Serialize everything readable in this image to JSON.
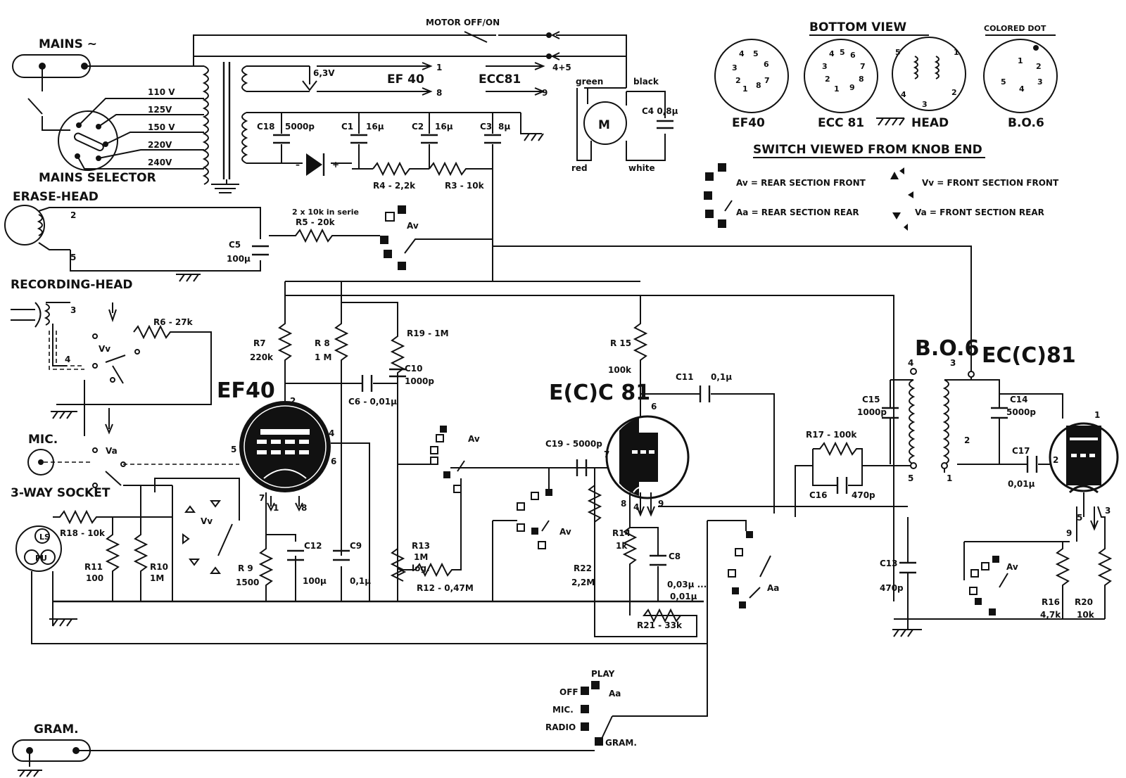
{
  "labels": {
    "mains": "MAINS ~",
    "mains_selector": "MAINS SELECTOR",
    "v110": "110 V",
    "v125": "125V",
    "v150": "150 V",
    "v220": "220V",
    "v240": "240V",
    "motor_switch": "MOTOR OFF/ON",
    "erase_head": "ERASE-HEAD",
    "recording_head": "RECORDING-HEAD",
    "mic": "MIC.",
    "socket_3way": "3-WAY SOCKET",
    "ls": "LS",
    "pu": "PU",
    "gram": "GRAM.",
    "heater_63": "6,3V",
    "ef40_heater": "EF 40",
    "ecc81_heater": "ECC81",
    "h1": "1",
    "h45": "4+5",
    "h8": "8",
    "h9": "9",
    "green": "green",
    "black": "black",
    "red": "red",
    "white": "white",
    "motor": "M",
    "c4": "C4  0,8µ",
    "c18": "C18",
    "c18v": "5000p",
    "c1": "C1",
    "c1v": "16µ",
    "c2": "C2",
    "c2v": "16µ",
    "c3": "C3",
    "c3v": "8µ",
    "r4": "R4 - 2,2k",
    "r3": "R3 - 10k",
    "r5a": "2 x 10k  in serie",
    "r5": "R5 - 20k",
    "c5": "C5",
    "c5v": "100µ",
    "r6": "R6 - 27k",
    "r7": "R7",
    "r7v": "220k",
    "r8": "R 8",
    "r8v": "1 M",
    "r19": "R19 - 1M",
    "c10": "C10",
    "c10v": "1000p",
    "c6": "C6 - 0,01µ",
    "ef40": "EF40",
    "ecc81a": "E(C)C 81",
    "ecc81b": "EC(C)81",
    "bo6": "B.O.6",
    "r15": "R 15",
    "r15v": "100k",
    "c11": "C11",
    "c11v": "0,1µ",
    "c19": "C19 - 5000p",
    "r13": "R13",
    "r13v": "1M",
    "r13t": "log.",
    "r12": "R12 -  0,47M",
    "r9": "R 9",
    "r9v": "1500",
    "c12": "C12",
    "c12v": "100µ",
    "c9": "C9",
    "c9v": "0,1µ",
    "r11": "R11",
    "r11v": "100",
    "r10": "R10",
    "r10v": "1M",
    "r18": "R18 - 10k",
    "r22": "R22",
    "r22v": "2,2M",
    "r14": "R14",
    "r14v": "1k",
    "c8": "C8",
    "c8v1": "0,03µ ...",
    "c8v2": "0,01µ",
    "r21": "R21 - 33k",
    "r17": "R17 - 100k",
    "c16": "C16",
    "c16v": "470p",
    "c15": "C15",
    "c15v": "1000p",
    "c14": "C14",
    "c14v": "5000p",
    "c17": "C17",
    "c17v": "0,01µ",
    "c13": "C13",
    "c13v": "470p",
    "r16": "R16",
    "r16v": "4,7k",
    "r20": "R20",
    "r20v": "10k",
    "av": "Av",
    "vv": "Vv",
    "va": "Va",
    "aa": "Aa",
    "play": "PLAY",
    "off": "OFF",
    "mic2": "MIC.",
    "radio": "RADIO",
    "gram2": "GRAM.",
    "bottom_view": "BOTTOM   VIEW",
    "colored_dot": "COLORED  DOT",
    "bv_ef40": "EF40",
    "bv_ecc81": "ECC 81",
    "bv_head": "HEAD",
    "bv_bo6": "B.O.6",
    "switch_title": "SWITCH VIEWED  FROM  KNOB END",
    "leg_av": "Av = REAR SECTION FRONT",
    "leg_aa": "Aa = REAR SECTION REAR",
    "leg_vv": "Vv = FRONT SECTION FRONT",
    "leg_va": "Va = FRONT SECTION  REAR"
  }
}
